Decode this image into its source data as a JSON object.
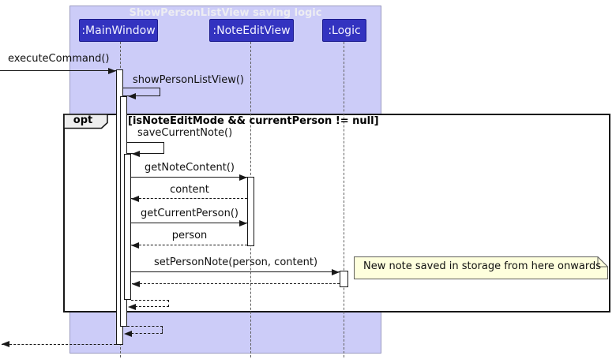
{
  "title": "ShowPersonListView saving logic",
  "participants": [
    {
      "id": "mainwindow",
      "name": ":MainWindow"
    },
    {
      "id": "noteeditview",
      "name": ":NoteEditView"
    },
    {
      "id": "logic",
      "name": ":Logic"
    }
  ],
  "fragment": {
    "operator": "opt",
    "guard": "[isNoteEditMode && currentPerson != null]"
  },
  "messages": {
    "execute_command": "executeCommand()",
    "show_person_list_view": "showPersonListView()",
    "save_current_note": "saveCurrentNote()",
    "get_note_content": "getNoteContent()",
    "content_return": "content",
    "get_current_person": "getCurrentPerson()",
    "person_return": "person",
    "set_person_note": "setPersonNote(person, content)"
  },
  "note": {
    "text": "New note saved in storage from here onwards"
  },
  "colors": {
    "container_bg": "#CCCCF8",
    "container_border": "#9A9AC0",
    "participant_bg": "#3333C0",
    "participant_border": "#1A1A8C",
    "participant_text": "#F2F2FF",
    "fragment_label_bg": "#EEEEEE",
    "note_bg": "#FEFFDD",
    "line": "#181818"
  }
}
